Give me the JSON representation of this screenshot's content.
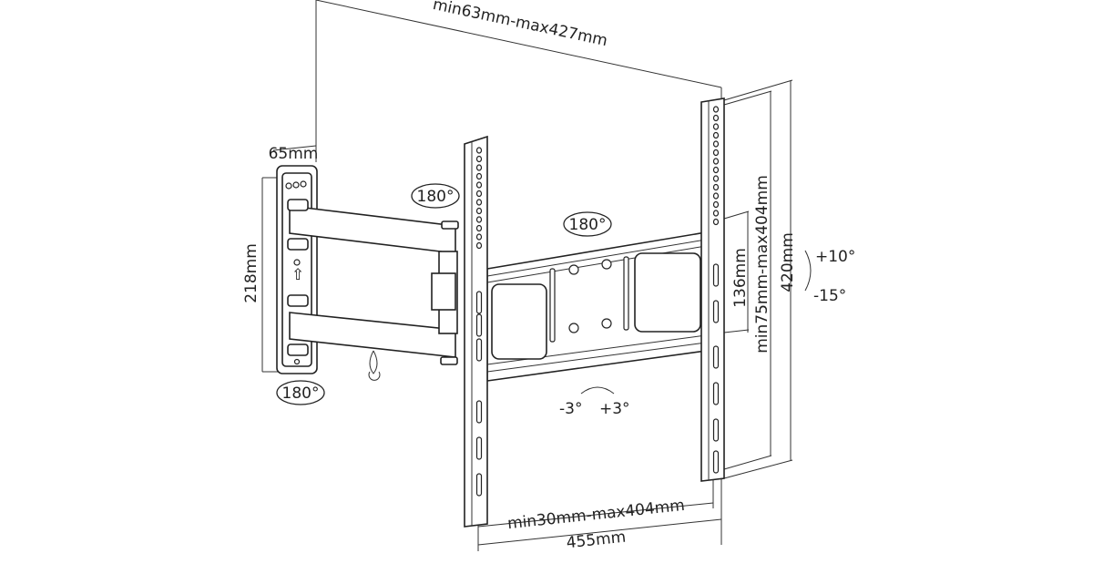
{
  "dimensions": {
    "arm_extension": "min63mm-max427mm",
    "wall_plate_width": "65mm",
    "wall_plate_height": "218mm",
    "vertical_hole_min_spacing": "136mm",
    "vertical_hole_range": "min75mm-max404mm",
    "rail_height": "420mm",
    "horizontal_hole_range": "min30mm-max404mm",
    "overall_width": "455mm"
  },
  "rotations": {
    "swivel_arm": "180°",
    "swivel_plate": "180°",
    "swivel_wall": "180°",
    "tilt_up": "+10°",
    "tilt_down": "-15°",
    "level_minus": "-3°",
    "level_plus": "+3°"
  }
}
